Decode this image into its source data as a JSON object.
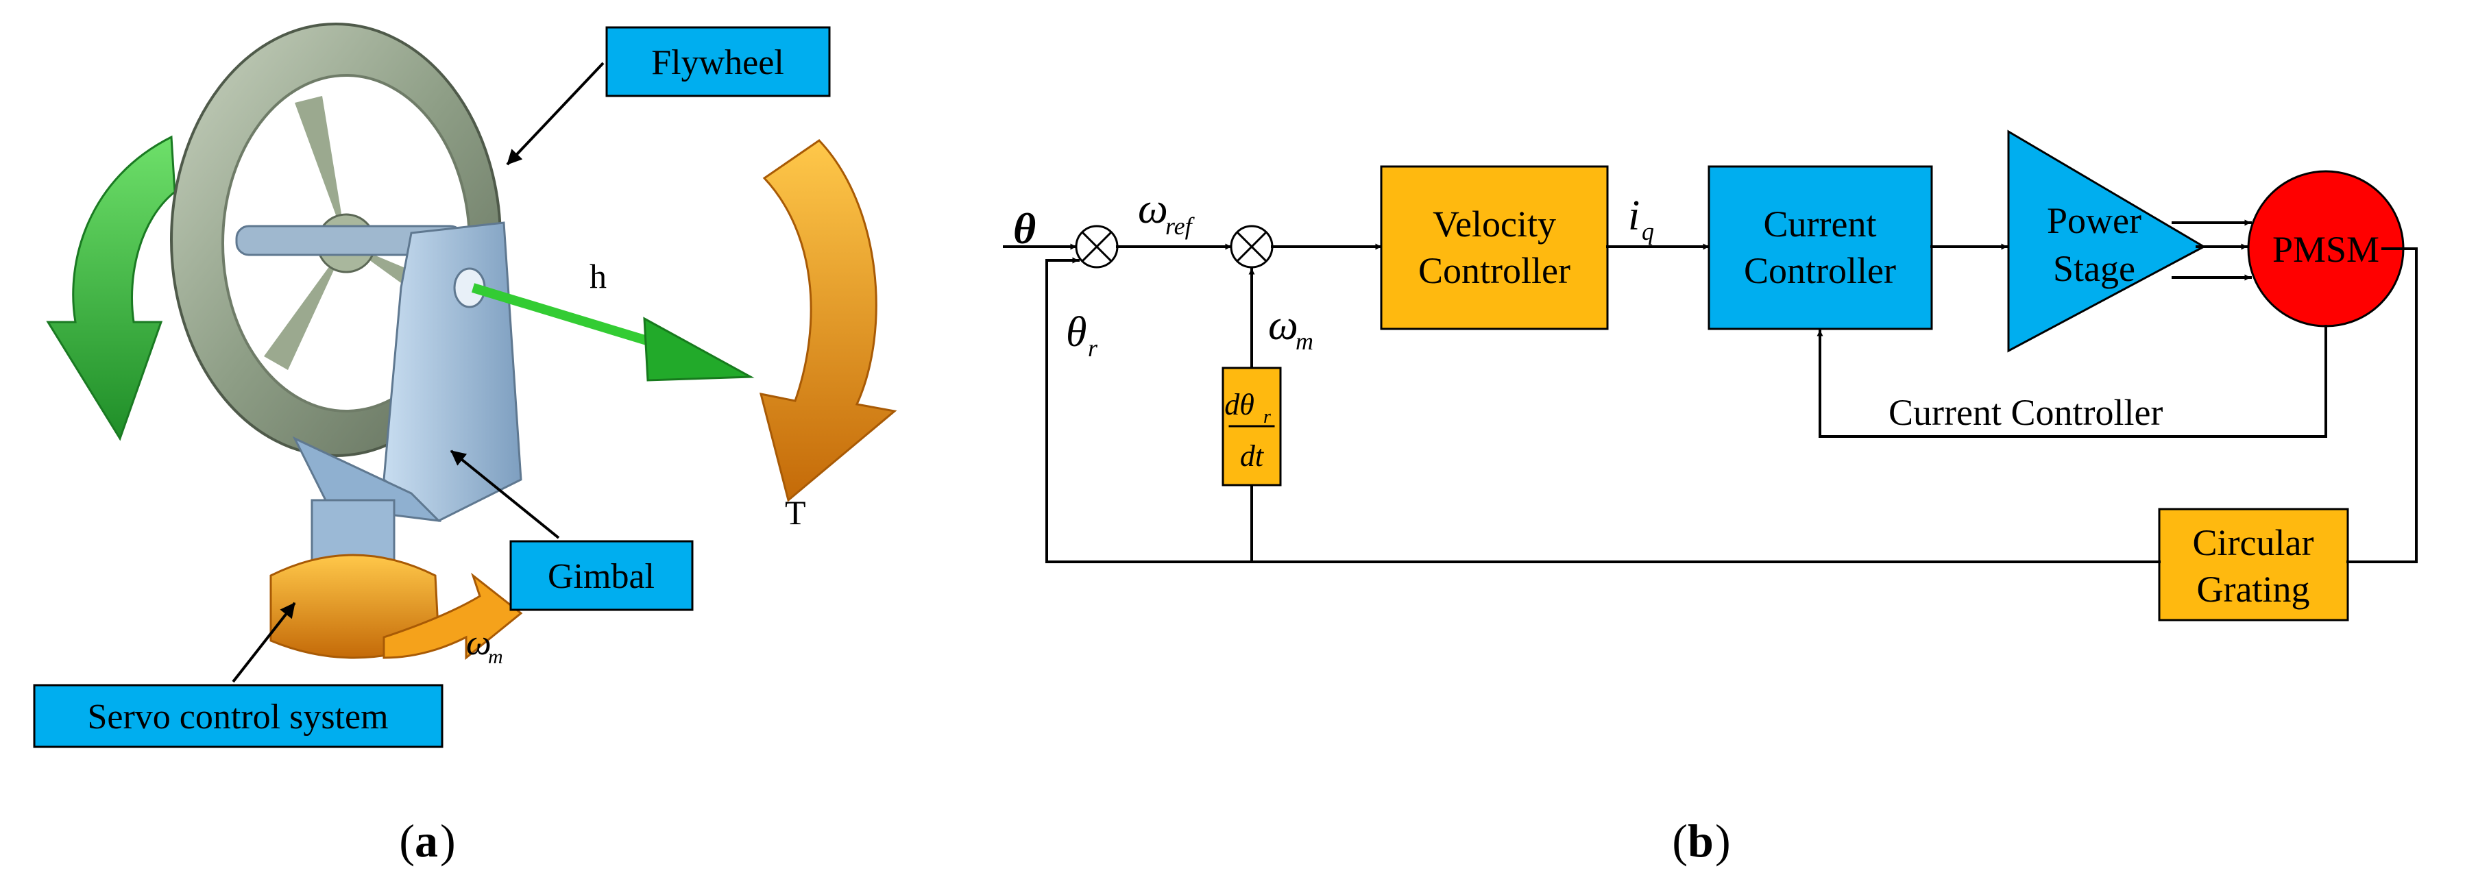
{
  "panel_a": {
    "caption_open": "(",
    "caption_letter": "a",
    "caption_close": ")",
    "labels": {
      "flywheel": "Flywheel",
      "gimbal": "Gimbal",
      "servo": "Servo control system",
      "h": "h",
      "T": "T",
      "omega_sym": "ω",
      "omega_sub": "m"
    },
    "colors": {
      "label_box": "#00AEEF",
      "flywheel": "#8E9E86",
      "gimbal": "#A8C7E3",
      "green_arrow": "#29B833",
      "orange_arrow": "#F5A21B"
    }
  },
  "panel_b": {
    "caption_open": "(",
    "caption_letter": "b",
    "caption_close": ")",
    "signals": {
      "theta": "θ",
      "theta_r": "θ",
      "theta_r_sub": "r",
      "omega_ref": "ω",
      "omega_ref_sub": "ref",
      "omega_m": "ω",
      "omega_m_sub": "m",
      "i_q": "i",
      "i_q_sub": "q"
    },
    "derivative": {
      "num_d": "dθ",
      "num_sub": "r",
      "den": "dt"
    },
    "blocks": {
      "velocity_line1": "Velocity",
      "velocity_line2": "Controller",
      "current_line1": "Current",
      "current_line2": "Controller",
      "power_line1": "Power",
      "power_line2": "Stage",
      "pmsm": "PMSM",
      "grating_line1": "Circular",
      "grating_line2": "Grating",
      "feedback_label": "Current Controller"
    },
    "colors": {
      "orange_block": "#FFB90F",
      "blue_block": "#00AEEF",
      "pmsm": "#FF0000"
    }
  }
}
